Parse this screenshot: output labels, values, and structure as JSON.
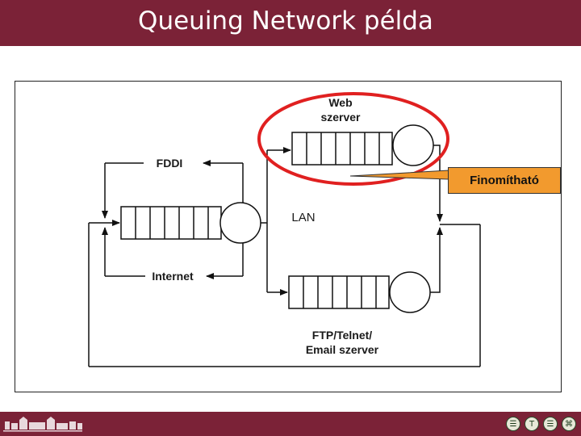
{
  "slide": {
    "title": "Queuing Network példa"
  },
  "diagram": {
    "web_server_label_line1": "Web",
    "web_server_label_line2": "szerver",
    "fddi_label": "FDDI",
    "lan_label": "LAN",
    "internet_label": "Internet",
    "ftp_label_line1": "FTP/Telnet/",
    "ftp_label_line2": "Email szerver",
    "callout_text": "Finomítható"
  },
  "colors": {
    "brand": "#7b2237",
    "highlight": "#e02020",
    "callout": "#f29a2e"
  }
}
